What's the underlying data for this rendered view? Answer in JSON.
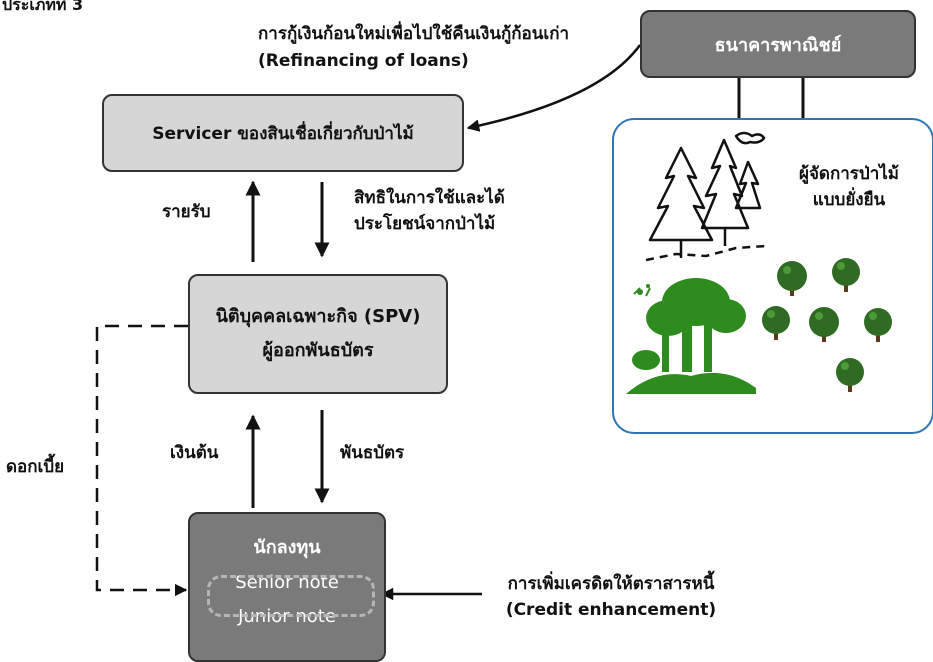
{
  "page": {
    "corner_label": "ประเภทที่ 3"
  },
  "boxes": {
    "bank": "ธนาคารพาณิชย์",
    "servicer": "Servicer ของสินเชื่อเกี่ยวกับป่าไม้",
    "spv_line1": "นิติบุคคลเฉพาะกิจ (SPV)",
    "spv_line2": "ผู้ออกพันธบัตร",
    "investor": {
      "title": "นักลงทุน",
      "senior": "Senior note",
      "junior": "Junior note"
    },
    "forest_manager_line1": "ผู้จัดการป่าไม้",
    "forest_manager_line2": "แบบยั่งยืน"
  },
  "labels": {
    "refinancing_line1": "การกู้เงินก้อนใหม่เพื่อไปใช้คืนเงินกู้ก้อนเก่า",
    "refinancing_line2": "(Refinancing of loans)",
    "revenue": "รายรับ",
    "rights_line1": "สิทธิในการใช้และได้",
    "rights_line2": "ประโยชน์จากป่าไม้",
    "principal": "เงินต้น",
    "bonds": "พันธบัตร",
    "interest": "ดอกเบี้ย",
    "credit_line1": "การเพิ่มเครดิตให้ตราสารหนี้",
    "credit_line2": "(Credit enhancement)"
  },
  "colors": {
    "light_box": "#d6d6d6",
    "dark_box": "#7a7a7a",
    "forest_border": "#2e75b6",
    "tree_green": "#2e8b1e"
  }
}
